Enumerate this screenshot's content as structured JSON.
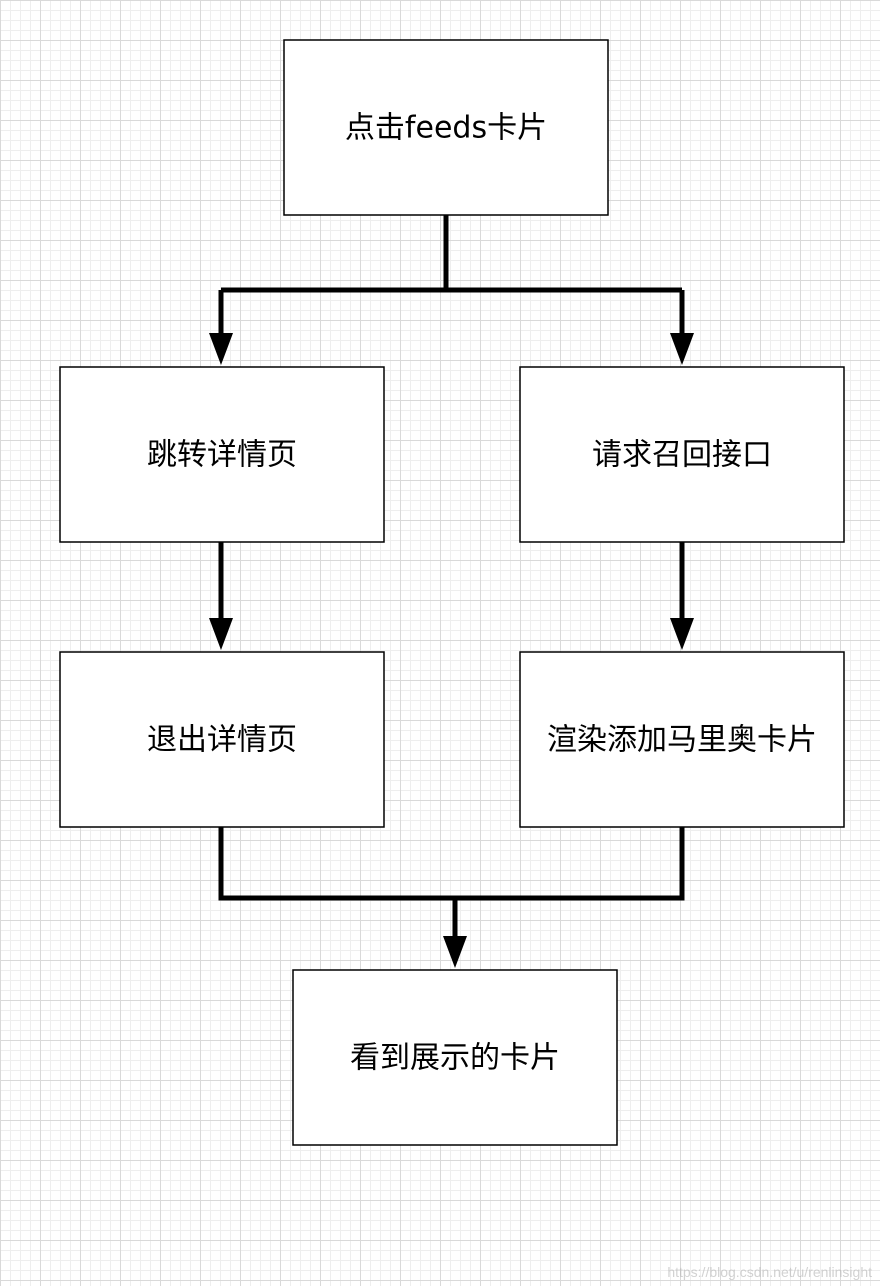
{
  "nodes": {
    "click_feeds_card": "点击feeds卡片",
    "jump_detail_page": "跳转详情页",
    "request_recall_api": "请求召回接口",
    "exit_detail_page": "退出详情页",
    "render_add_mario_card": "渲染添加马里奥卡片",
    "see_displayed_card": "看到展示的卡片"
  },
  "edges": [
    {
      "from": "click_feeds_card",
      "to": "jump_detail_page"
    },
    {
      "from": "click_feeds_card",
      "to": "request_recall_api"
    },
    {
      "from": "jump_detail_page",
      "to": "exit_detail_page"
    },
    {
      "from": "request_recall_api",
      "to": "render_add_mario_card"
    },
    {
      "from": "exit_detail_page",
      "to": "see_displayed_card"
    },
    {
      "from": "render_add_mario_card",
      "to": "see_displayed_card"
    }
  ],
  "watermark": "https://blog.csdn.net/u/renlinsight"
}
